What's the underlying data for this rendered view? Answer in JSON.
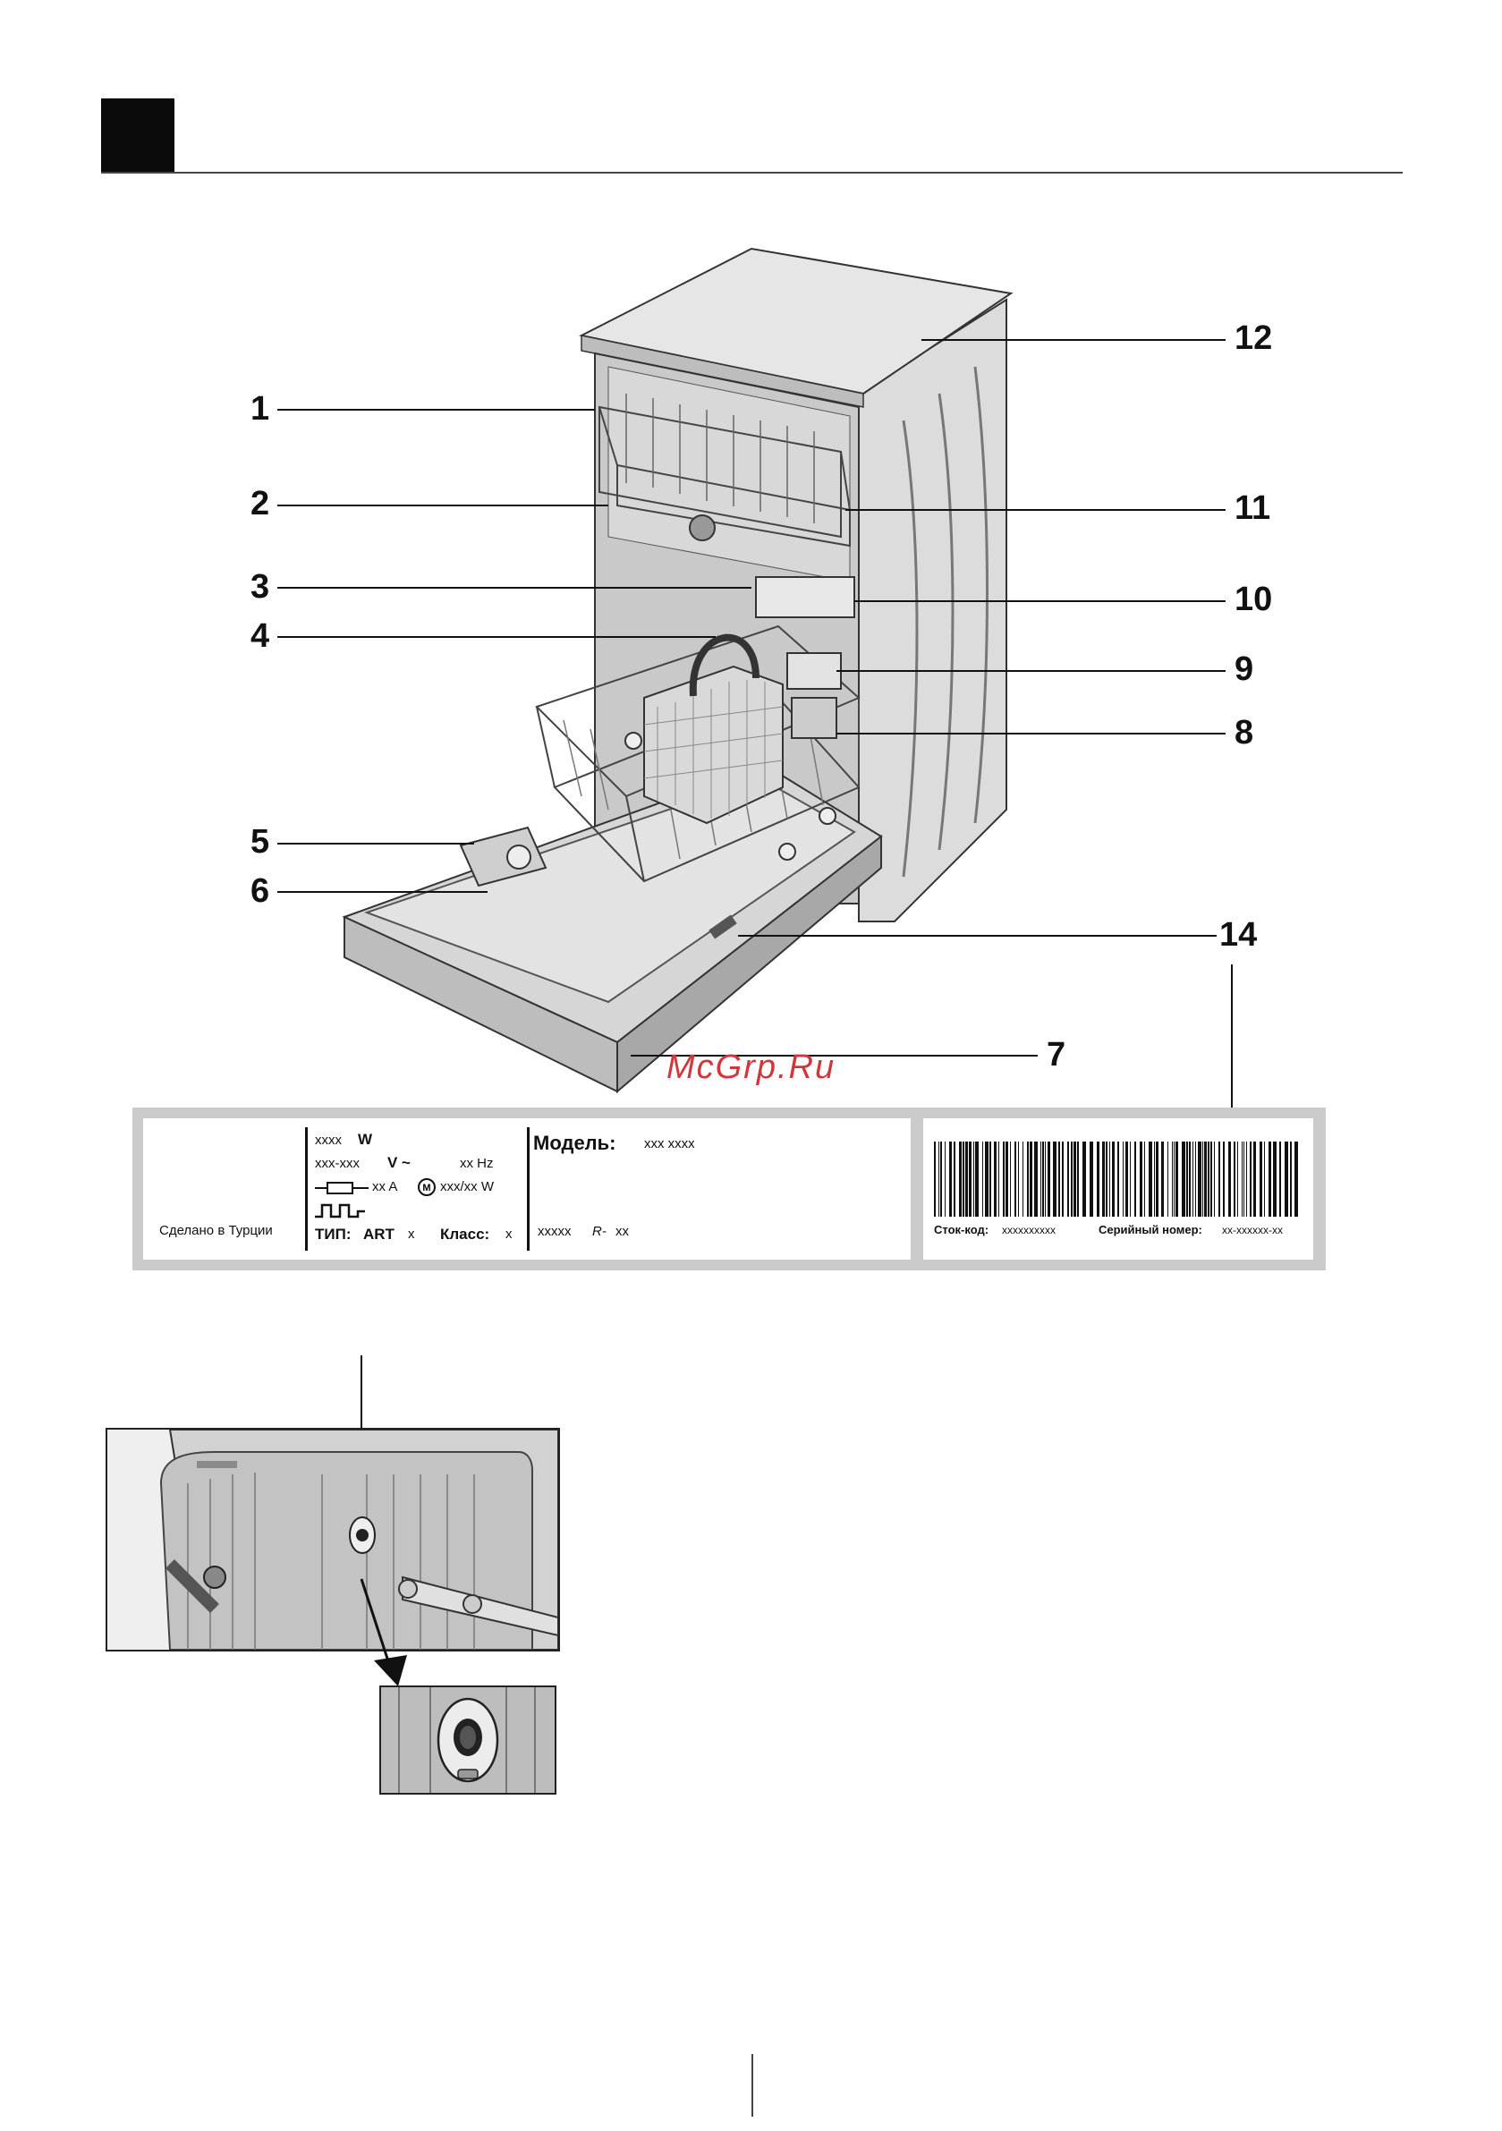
{
  "callouts": [
    "1",
    "2",
    "3",
    "4",
    "5",
    "6",
    "7",
    "8",
    "9",
    "10",
    "11",
    "12",
    "14"
  ],
  "watermark": "McGrp.Ru",
  "rating_label": {
    "made_in": "Сделано в Турции",
    "power": "xxxx",
    "power_unit": "W",
    "voltage": "xxx-xxx",
    "voltage_unit": "V ~",
    "frequency": "xx Hz",
    "current": "xx A",
    "motor_power": "xxx/xx W",
    "type_label": "ТИП:",
    "type_value": "ART",
    "type_x": "x",
    "class_label": "Класс:",
    "class_value": "x",
    "model_label": "Модель:",
    "model_value": "xxx xxxx",
    "code": "xxxxx",
    "r_label": "R-",
    "r_value": "xx",
    "stock_label": "Сток-код:",
    "stock_value": "xxxxxxxxxx",
    "serial_label": "Серийный номер:",
    "serial_value": "xx-xxxxxx-xx"
  },
  "icons": [
    "fuse-icon",
    "motor-icon",
    "pulse-icon",
    "barcode-icon",
    "arrow-down-icon"
  ]
}
